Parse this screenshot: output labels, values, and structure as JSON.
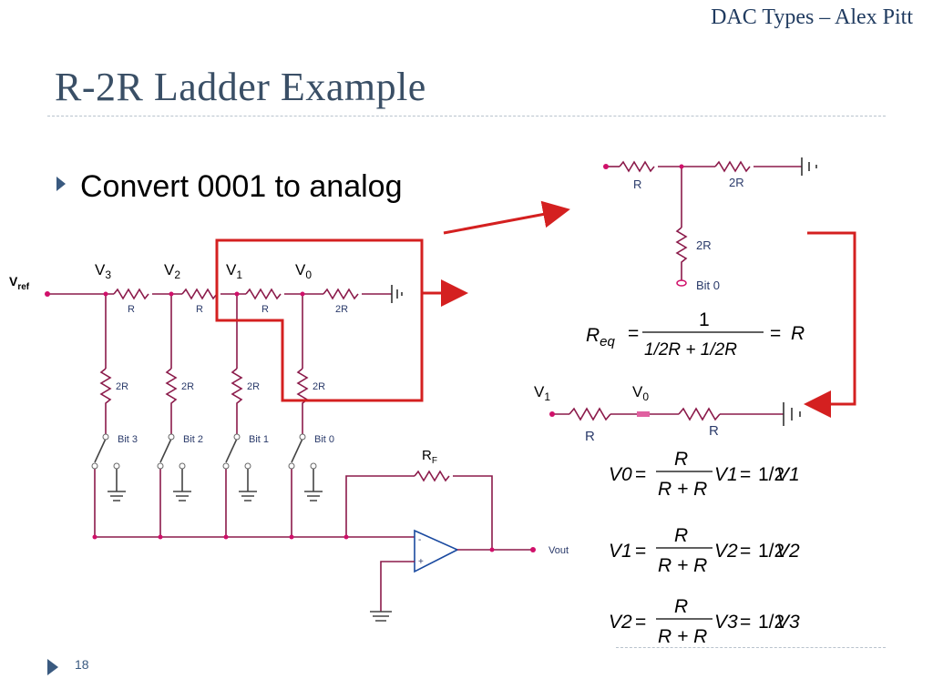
{
  "header": "DAC Types – Alex Pitt",
  "title": "R-2R Ladder Example",
  "bullet": "Convert 0001 to analog",
  "page_number": "18",
  "circuit": {
    "vref": {
      "main": "V",
      "sub": "ref"
    },
    "nodes": [
      {
        "main": "V",
        "sub": "3"
      },
      {
        "main": "V",
        "sub": "2"
      },
      {
        "main": "V",
        "sub": "1"
      },
      {
        "main": "V",
        "sub": "0"
      }
    ],
    "series_resistors": [
      "R",
      "R",
      "R",
      "2R"
    ],
    "shunt_resistors": [
      "2R",
      "2R",
      "2R",
      "2R"
    ],
    "bits": [
      "Bit 3",
      "Bit 2",
      "Bit 1",
      "Bit 0"
    ],
    "feedback": {
      "main": "R",
      "sub": "F"
    },
    "vout": "Vout",
    "opamp_minus": "-",
    "opamp_plus": "+"
  },
  "detail_top": {
    "r1": "R",
    "r2": "2R",
    "r3": "2R",
    "bit": "Bit 0"
  },
  "detail_bottom": {
    "v1": {
      "main": "V",
      "sub": "1"
    },
    "v0": {
      "main": "V",
      "sub": "0"
    },
    "r1": "R",
    "r2": "R"
  },
  "equations": {
    "req": {
      "lhs_main": "R",
      "lhs_sub": "eq",
      "numerator": "1",
      "denominator": "1/2R + 1/2R",
      "rhs": "R"
    },
    "v0": {
      "lhs": "V0",
      "frac_num": "R",
      "frac_den": "R + R",
      "mult": "V1",
      "half": "1/2",
      "result": "V1"
    },
    "v1": {
      "lhs": "V1",
      "frac_num": "R",
      "frac_den": "R + R",
      "mult": "V2",
      "half": "1/2",
      "result": "V2"
    },
    "v2": {
      "lhs": "V2",
      "frac_num": "R",
      "frac_den": "R + R",
      "mult": "V3",
      "half": "1/2",
      "result": "V3"
    }
  },
  "colors": {
    "wire": "#8b1a4a",
    "highlight": "#d42020",
    "title": "#3a4f66",
    "accent": "#3a5a80"
  }
}
